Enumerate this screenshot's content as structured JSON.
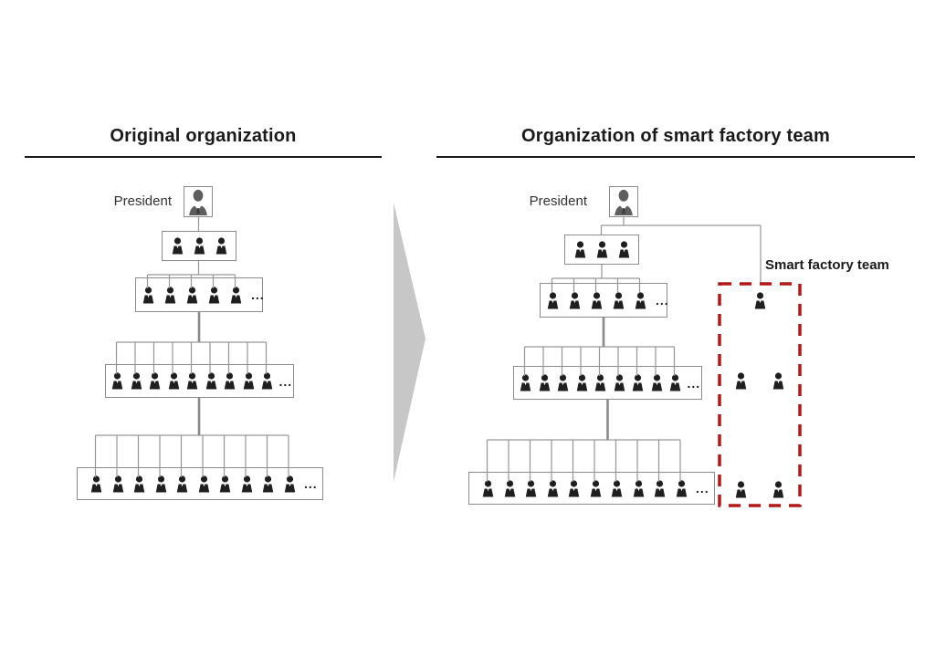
{
  "colors": {
    "background": "#ffffff",
    "title_text": "#1a1a1a",
    "rule_black": "#1a1a1a",
    "label_text": "#333333",
    "icon_black": "#1f1f1f",
    "president_gray": "#5e5e5e",
    "box_border": "#8b8b8b",
    "line_gray": "#969696",
    "thick_line": "#8a8a8a",
    "arrow_gray": "#c7c7c7",
    "team_red": "#b11818"
  },
  "left_chart": {
    "title": "Original organization",
    "president_label": "President",
    "president_icon": "president-icon",
    "member_icon": "person-icon",
    "levels": [
      {
        "member_count": 3,
        "more": ""
      },
      {
        "member_count": 5,
        "more": "..."
      },
      {
        "member_count": 9,
        "more": "..."
      },
      {
        "member_count": 10,
        "more": "..."
      }
    ]
  },
  "arrow": {
    "icon": "right-arrow-icon"
  },
  "right_chart": {
    "title": "Organization of smart factory team",
    "president_label": "President",
    "president_icon": "president-icon",
    "member_icon": "person-icon",
    "levels": [
      {
        "member_count": 3,
        "more": ""
      },
      {
        "member_count": 5,
        "more": "..."
      },
      {
        "member_count": 9,
        "more": "..."
      },
      {
        "member_count": 10,
        "more": "..."
      }
    ],
    "smart_team": {
      "label": "Smart factory team",
      "groups": [
        {
          "member_count": 1
        },
        {
          "member_count": 2
        },
        {
          "member_count": 2
        }
      ]
    }
  }
}
